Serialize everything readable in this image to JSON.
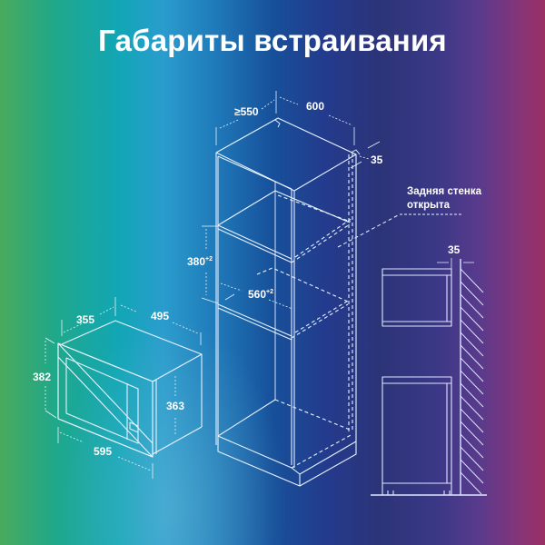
{
  "title": "Габариты встраивания",
  "colors": {
    "line": "#e8f2ff",
    "text": "#ffffff",
    "bg_left": "#4aaa5c",
    "bg_mid": "#17509a",
    "bg_right": "#9a2f62"
  },
  "microwave": {
    "depth": "355",
    "width_top": "495",
    "height_front": "382",
    "height_body": "363",
    "width_front": "595"
  },
  "cabinet": {
    "depth": "≥550",
    "width": "600",
    "gap_back": "35",
    "niche_height": "380",
    "niche_height_tol": "+2",
    "niche_width": "560",
    "niche_width_tol": "+2"
  },
  "side_view": {
    "gap": "35",
    "note_line1": "Задняя стенка",
    "note_line2": "открыта"
  }
}
